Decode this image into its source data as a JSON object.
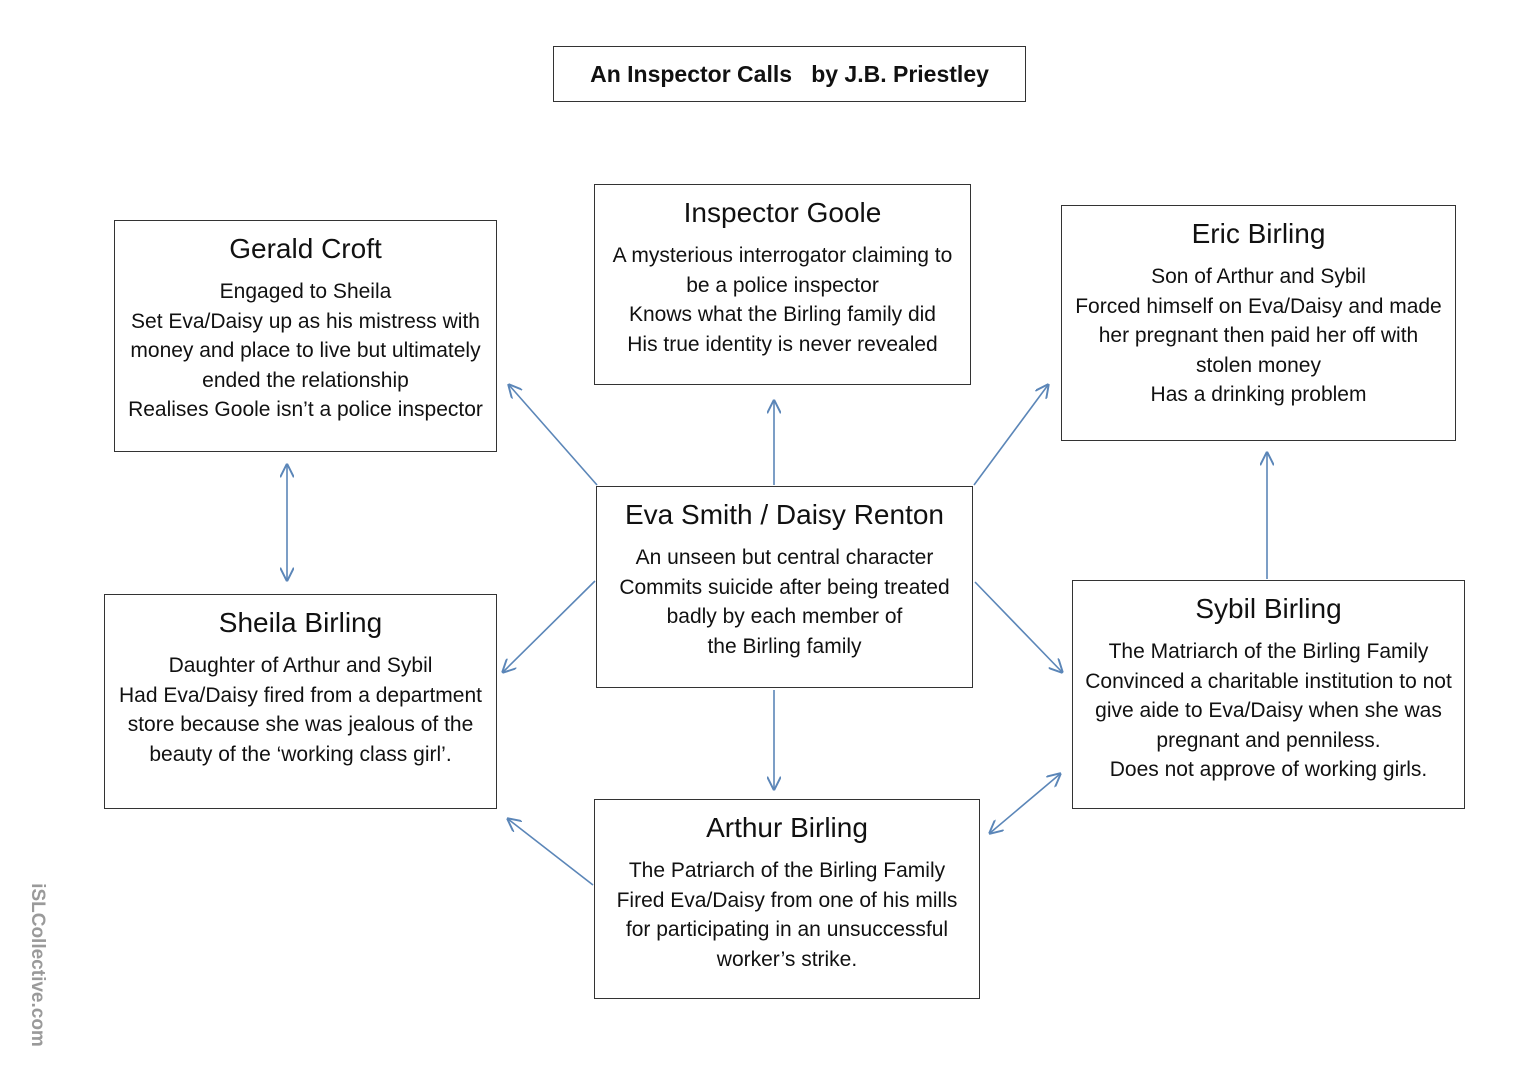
{
  "title": "An Inspector Calls   by J.B. Priestley",
  "watermark": "iSLCollective.com",
  "colors": {
    "arrow": "#5b86b8",
    "border": "#333333"
  },
  "characters": {
    "inspector_goole": {
      "name": "Inspector Goole",
      "lines": [
        "A mysterious interrogator claiming to",
        "be a police inspector",
        "Knows what the Birling family did",
        "His true identity is never revealed"
      ]
    },
    "gerald_croft": {
      "name": "Gerald Croft",
      "lines": [
        "Engaged to Sheila",
        "Set Eva/Daisy up as his mistress with",
        "money and place to live but ultimately",
        "ended the relationship",
        "Realises Goole isn’t a police inspector"
      ]
    },
    "eric_birling": {
      "name": "Eric Birling",
      "lines": [
        "Son of Arthur and Sybil",
        "Forced himself on Eva/Daisy and made",
        "her pregnant then paid her off with",
        "stolen money",
        "Has a drinking problem"
      ]
    },
    "eva_smith": {
      "name": "Eva Smith / Daisy Renton",
      "lines": [
        "An unseen but central character",
        "Commits suicide after being treated",
        "badly by each member of",
        "the Birling family"
      ]
    },
    "sheila_birling": {
      "name": "Sheila Birling",
      "lines": [
        "Daughter of Arthur and Sybil",
        "Had Eva/Daisy fired from a department",
        "store because she was jealous of the",
        "beauty of the ‘working class girl’."
      ]
    },
    "sybil_birling": {
      "name": "Sybil Birling",
      "lines": [
        "The Matriarch of the Birling Family",
        "Convinced a charitable institution to not",
        "give aide to Eva/Daisy when she was",
        "pregnant and penniless.",
        "Does not approve of working girls."
      ]
    },
    "arthur_birling": {
      "name": "Arthur Birling",
      "lines": [
        "The Patriarch of the Birling Family",
        "Fired Eva/Daisy from one of his mills",
        "for participating in an unsuccessful",
        "worker’s strike."
      ]
    }
  },
  "connections": [
    {
      "from": "eva_smith",
      "to": "gerald_croft",
      "type": "single"
    },
    {
      "from": "eva_smith",
      "to": "inspector_goole",
      "type": "single"
    },
    {
      "from": "eva_smith",
      "to": "eric_birling",
      "type": "single"
    },
    {
      "from": "eva_smith",
      "to": "sheila_birling",
      "type": "single"
    },
    {
      "from": "eva_smith",
      "to": "sybil_birling",
      "type": "single"
    },
    {
      "from": "eva_smith",
      "to": "arthur_birling",
      "type": "single"
    },
    {
      "from": "sybil_birling",
      "to": "eric_birling",
      "type": "single"
    },
    {
      "from": "arthur_birling",
      "to": "sheila_birling",
      "type": "single"
    },
    {
      "from": "gerald_croft",
      "to": "sheila_birling",
      "type": "double"
    },
    {
      "from": "arthur_birling",
      "to": "sybil_birling",
      "type": "double"
    }
  ]
}
